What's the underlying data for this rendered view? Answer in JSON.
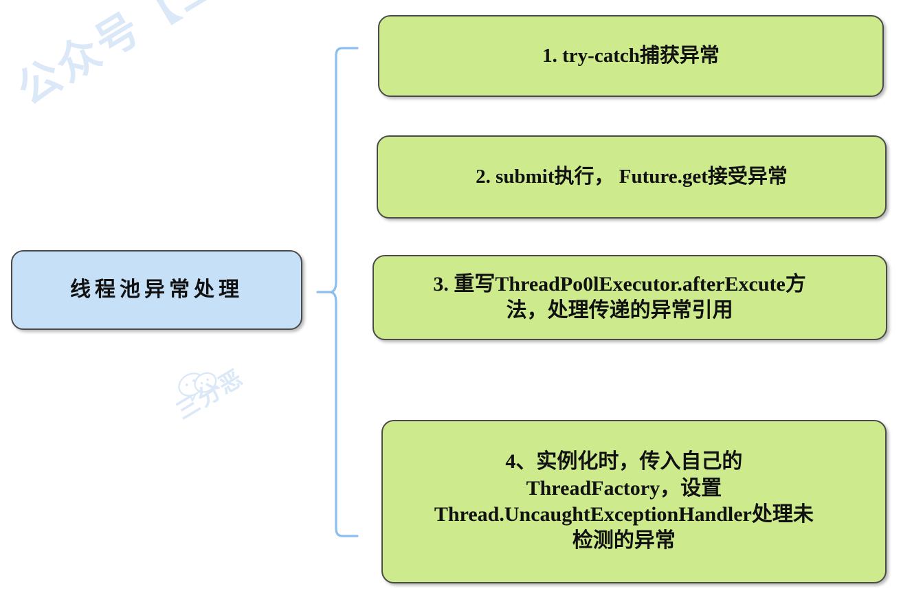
{
  "diagram": {
    "title": "线程池异常处理",
    "root": {
      "label": "线程池异常处理",
      "fill": "#c6e0f7",
      "border": "#4a4a4a"
    },
    "connector": {
      "type": "curly-brace",
      "color": "#8cbef0",
      "orientation": "left"
    },
    "branches": [
      {
        "index": "1",
        "label": "1. try-catch捕获异常",
        "fill": "#cdea8c",
        "border": "#4a4a4a"
      },
      {
        "index": "2",
        "label": "2. submit执行， Future.get接受异常",
        "fill": "#cdea8c",
        "border": "#4a4a4a"
      },
      {
        "index": "3",
        "label": "3. 重写ThreadPo0lExecutor.afterExcute方\n法，处理传递的异常引用",
        "fill": "#cdea8c",
        "border": "#4a4a4a"
      },
      {
        "index": "4",
        "label": "4、实例化时，传入自己的\nThreadFactory，设置\nThread.UncaughtExceptionHandler处理未\n检测的异常",
        "fill": "#cdea8c",
        "border": "#4a4a4a"
      }
    ]
  },
  "watermarks": {
    "color": "#dbe8f8",
    "main": "公众号【三分恶】",
    "secondary": "三分恶",
    "wechat_icon": "wechat-icon"
  }
}
